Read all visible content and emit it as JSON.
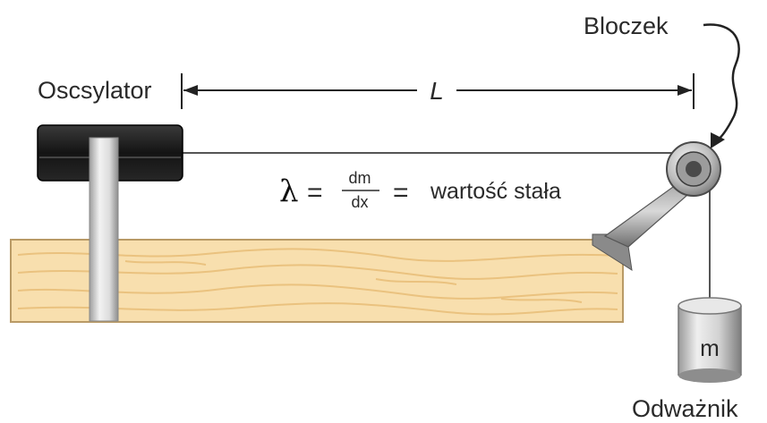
{
  "labels": {
    "oscillator": "Oscsylator",
    "pulley": "Bloczek",
    "weight": "Odważnik",
    "length": "L",
    "mass": "m"
  },
  "formula": {
    "lambda": "λ",
    "equals1": "=",
    "numerator": "dm",
    "denominator": "dx",
    "equals2": "=",
    "text": "wartość stała"
  },
  "colors": {
    "wood": "#f8dfae",
    "wood_grain": "#e9bf7a",
    "oscillator_body": "#1c1c1c",
    "rod": "#d7d7d7",
    "weight_metal": "#cfcfcf",
    "string": "#555555"
  }
}
